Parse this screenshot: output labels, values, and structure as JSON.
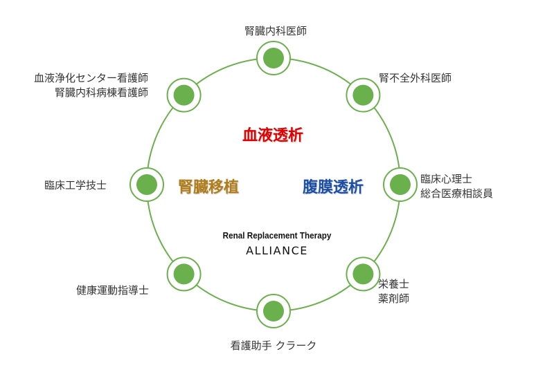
{
  "colors": {
    "ring": "#6ab04c",
    "node_fill": "#6ab04c",
    "blood": "#e00000",
    "peritoneal": "#1a4ea8",
    "transplant": "#b07d1a"
  },
  "nodes": [
    {
      "lines": [
        "腎臓内科医師"
      ]
    },
    {
      "lines": [
        "腎不全外科医師"
      ]
    },
    {
      "lines": [
        "臨床心理士",
        "総合医療相談員"
      ]
    },
    {
      "lines": [
        "栄養士",
        "薬剤師"
      ]
    },
    {
      "lines": [
        "看護助手 クラーク"
      ]
    },
    {
      "lines": [
        "健康運動指導士"
      ]
    },
    {
      "lines": [
        "臨床工学技士"
      ]
    },
    {
      "lines": [
        "血液浄化センター看護師",
        "腎臓内科病棟看護師"
      ]
    }
  ],
  "center": {
    "hemodialysis": "血液透析",
    "peritoneal": "腹膜透析",
    "transplant": "腎臓移植",
    "alliance_line1": "Renal Replacement Therapy",
    "alliance_line2": "ALLIANCE"
  }
}
